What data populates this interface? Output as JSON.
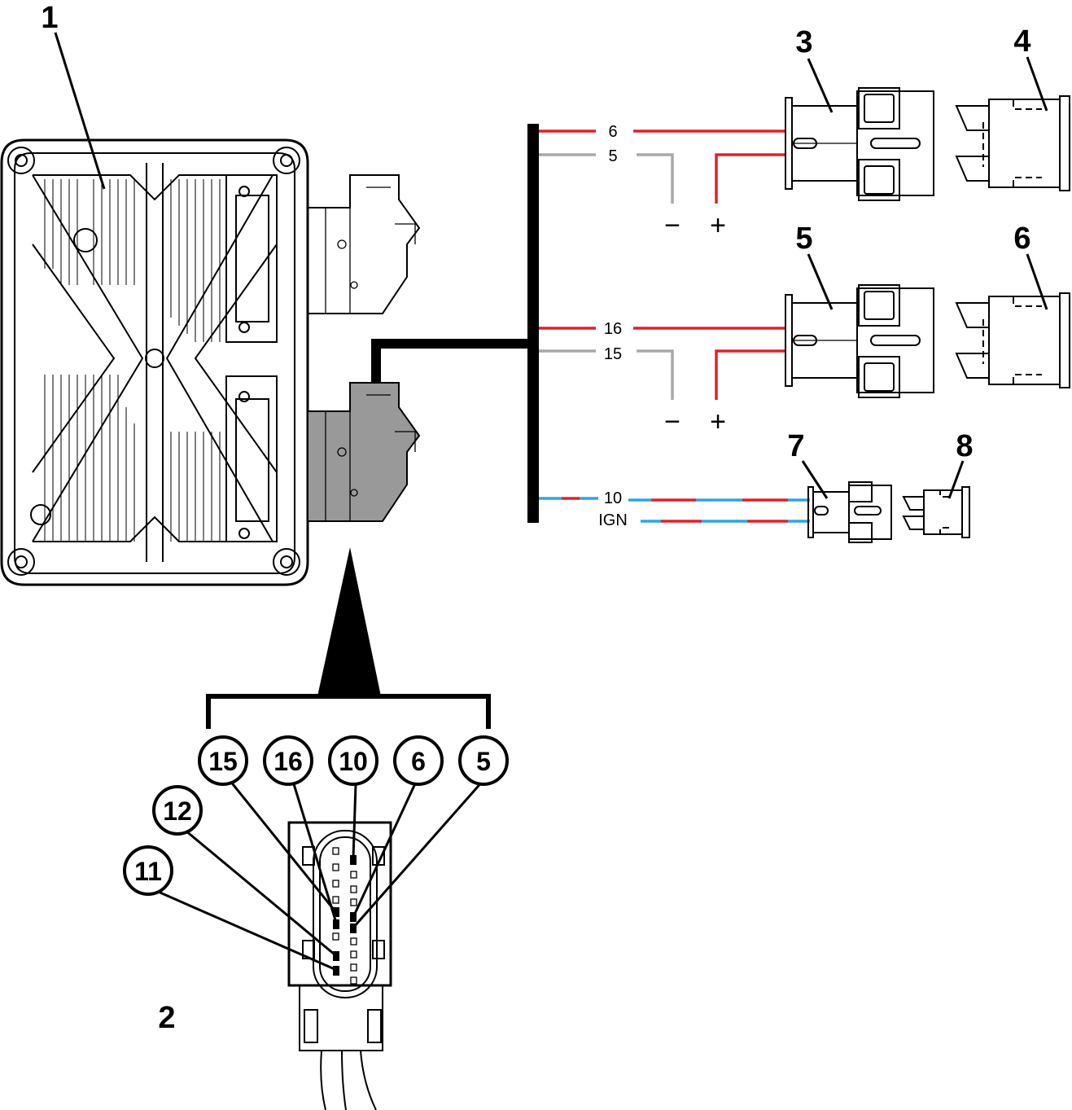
{
  "callouts": {
    "c1": "1",
    "c2": "2",
    "c3": "3",
    "c4": "4",
    "c5": "5",
    "c6": "6",
    "c7": "7",
    "c8": "8"
  },
  "wires": {
    "w6": "6",
    "w5": "5",
    "w16": "16",
    "w15": "15",
    "w10": "10",
    "ign": "IGN"
  },
  "polarity": {
    "minus_a": "−",
    "plus_a": "+",
    "minus_b": "−",
    "plus_b": "+"
  },
  "pins": {
    "p15": "15",
    "p16": "16",
    "p10": "10",
    "p6": "6",
    "p5": "5",
    "p12": "12",
    "p11": "11"
  },
  "colors": {
    "wire_red": "#e0202a",
    "wire_gray": "#a8a8a8",
    "wire_blue": "#2ea6e0",
    "connector_gray": "#999999",
    "harness": "#000000"
  }
}
